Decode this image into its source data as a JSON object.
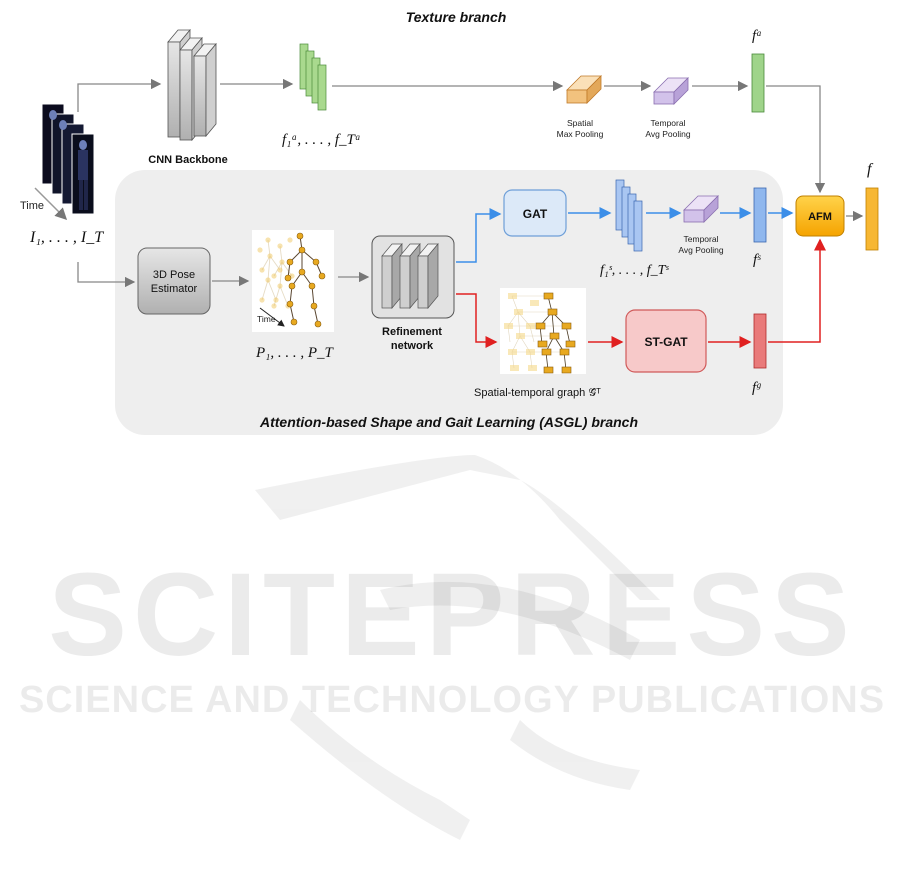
{
  "titles": {
    "texture_branch": "Texture branch",
    "asgl_branch": "Attention-based Shape and Gait Learning (ASGL) branch"
  },
  "labels": {
    "time_input": "Time",
    "input_frames": "I₁, . . . , I_T",
    "cnn_backbone": "CNN Backbone",
    "texture_feats": "f₁ᵃ, . . . , f_Tᵃ",
    "spatial_pool_1": "Spatial",
    "spatial_pool_2": "Max Pooling",
    "temporal_pool_1": "Temporal",
    "temporal_pool_2": "Avg Pooling",
    "fa": "fᵃ",
    "pose_est_1": "3D Pose",
    "pose_est_2": "Estimator",
    "time_pose": "Time",
    "poses": "P₁, . . . , P_T",
    "refinement_1": "Refinement",
    "refinement_2": "network",
    "gat": "GAT",
    "shape_feats": "f₁ˢ, . . . , f_Tˢ",
    "shape_temporal_1": "Temporal",
    "shape_temporal_2": "Avg Pooling",
    "fs": "fˢ",
    "st_graph": "Spatial-temporal graph 𝒢̂ᵀ",
    "st_gat": "ST-GAT",
    "fg": "fᵍ",
    "afm": "AFM",
    "f": "f"
  },
  "watermark": {
    "main": "SCITEPRESS",
    "sub": "SCIENCE AND TECHNOLOGY PUBLICATIONS"
  },
  "colors": {
    "green": "#8ccc7a",
    "blue": "#7aa6e6",
    "red": "#e05a5a",
    "orange": "#f7b733",
    "purple": "#d2c2ea",
    "tan": "#f2c27e",
    "gat_fill": "#dce9f8",
    "stgat_fill": "#f7c9c9",
    "panel": "#eeeeee"
  }
}
